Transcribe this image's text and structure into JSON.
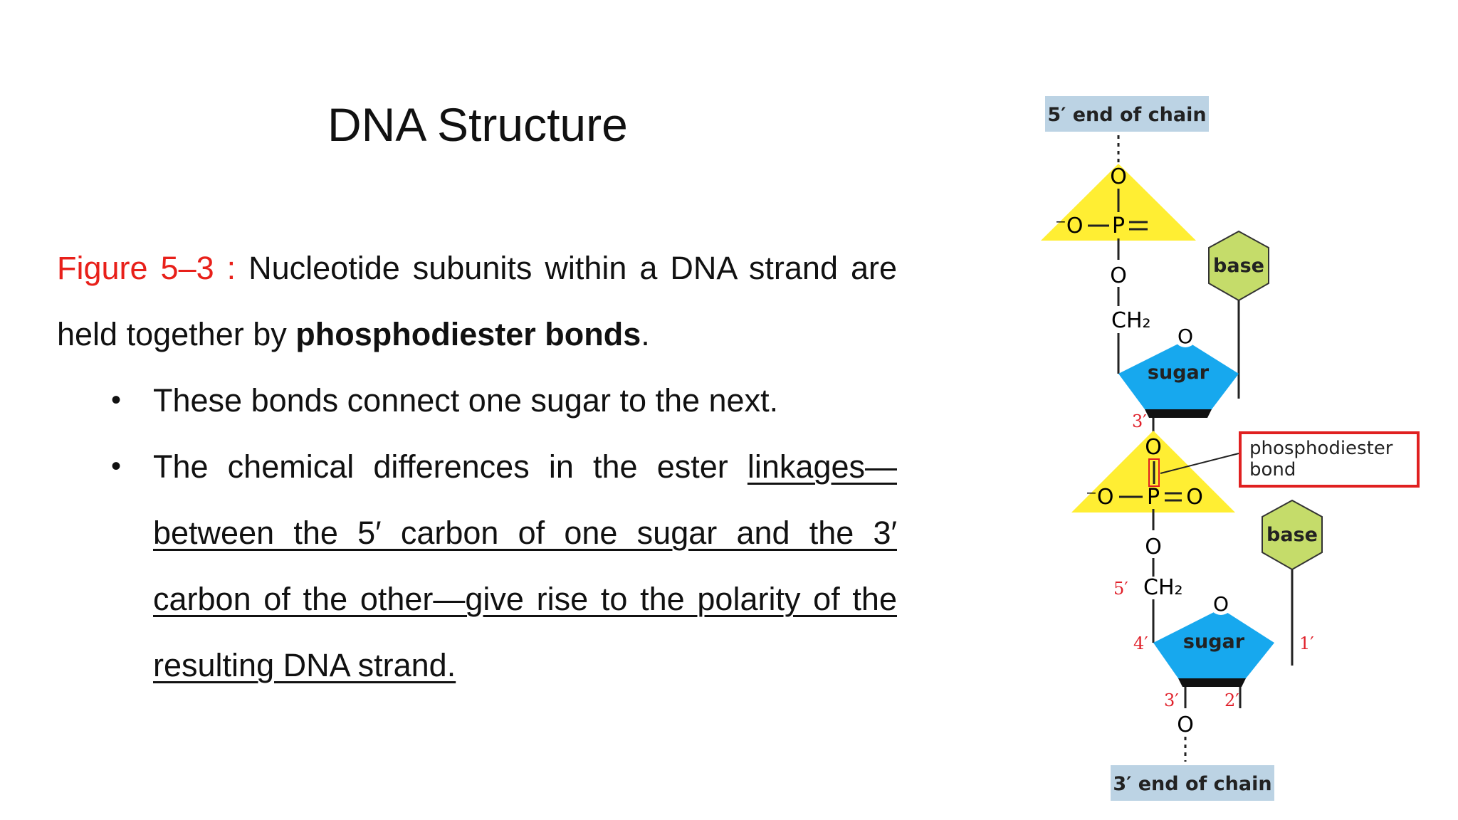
{
  "slide": {
    "title": "DNA Structure",
    "figure_label": "Figure 5–3 :",
    "intro_text": "Nucleotide subunits within a DNA strand are held together by",
    "intro_bold": "phosphodiester bonds",
    "intro_end": ".",
    "bullets": [
      {
        "plain": "These bonds connect one sugar to the next.",
        "underlined": ""
      },
      {
        "plain": "The chemical differences in the ester",
        "underlined": "linkages—between the 5′ carbon of one sugar and the 3′ carbon of the other—give rise to the polarity of the resulting DNA  strand."
      }
    ],
    "bullet_glyph": "•"
  },
  "diagram": {
    "five_prime_end": "5′ end of chain",
    "three_prime_end": "3′ end of chain",
    "base_label": "base",
    "sugar_label": "sugar",
    "bond_callout": [
      "phosphodiester",
      "bond"
    ],
    "atoms": {
      "O": "O",
      "P": "P",
      "O_minus": "⁻O",
      "CH2": "CH₂",
      "eq": "="
    },
    "carbon_numbers": {
      "c3_top": "3′",
      "c5": "5′",
      "c4": "4′",
      "c1": "1′",
      "c3": "3′",
      "c2": "2′"
    },
    "colors": {
      "end_box": "#bcd3e4",
      "phosphate": "#ffee33",
      "base": "#c5dc6a",
      "sugar": "#17a8ee",
      "callout": "#e02020",
      "carbon_number": "#e0202a"
    }
  }
}
